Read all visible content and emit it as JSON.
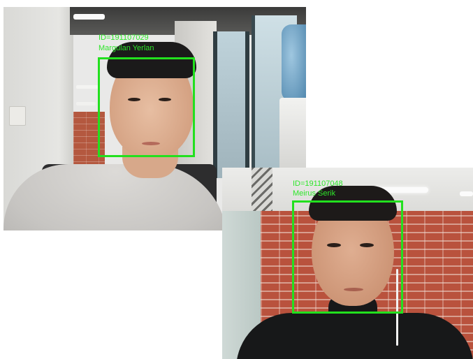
{
  "colors": {
    "detection_box": "#22e01e",
    "detection_text": "#2ee62a",
    "background": "#ffffff"
  },
  "detections": [
    {
      "id_text": "ID=191107029",
      "name": "Margulan Yerlan"
    },
    {
      "id_text": "ID=191107048",
      "name": "Meirus Serik"
    }
  ]
}
